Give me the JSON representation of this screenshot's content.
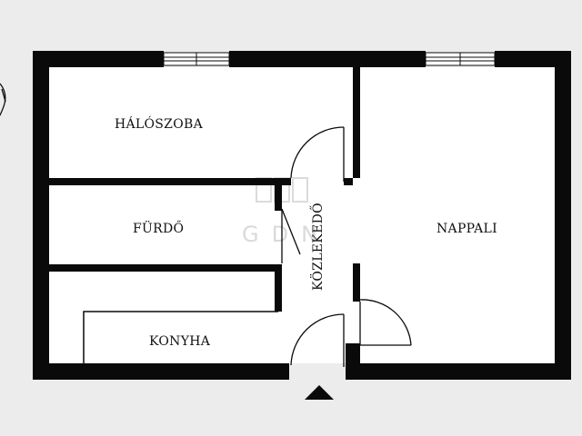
{
  "floorplan": {
    "rooms": {
      "bedroom": "HÁLÓSZOBA",
      "bathroom": "FÜRDŐ",
      "kitchen": "KONYHA",
      "living_room": "NAPPALI",
      "hallway": "KÖZLEKEDŐ"
    },
    "watermark": "GDN"
  },
  "colors": {
    "background": "#ececec",
    "floor": "#ffffff",
    "wall": "#0a0a0a"
  },
  "icons": {
    "entrance": "entrance-arrow-icon",
    "window": "window-icon",
    "door": "door-swing-icon",
    "north": "north-arrow-icon"
  }
}
